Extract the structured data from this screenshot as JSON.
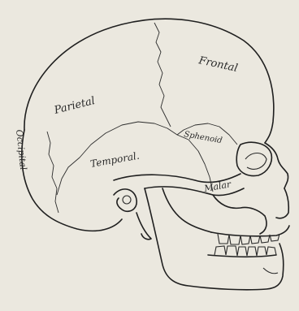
{
  "labels": {
    "frontal": "Frontal",
    "parietal": "Parietal",
    "temporal": "Temporal.",
    "sphenoid": "Sphenoid",
    "malar": "Malar",
    "occipital": "Occipital"
  },
  "colors": {
    "paper": "#ebe8df",
    "ink": "#1f1f1f"
  }
}
